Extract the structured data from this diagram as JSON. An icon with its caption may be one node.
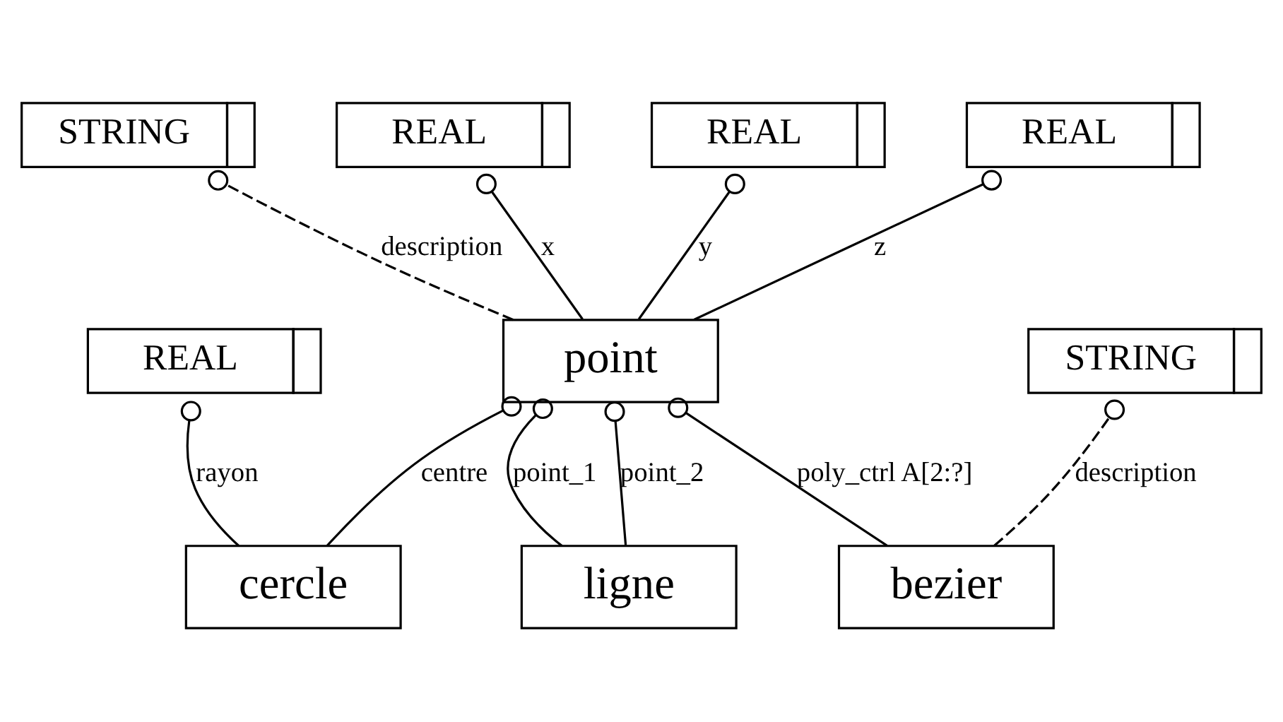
{
  "diagram": {
    "nodes": [
      {
        "text": [
          "STRING"
        ]
      },
      {
        "text": [
          "REAL"
        ]
      },
      {
        "text": [
          "REAL"
        ]
      },
      {
        "text": [
          "REAL"
        ]
      },
      {
        "text": [
          "point"
        ]
      },
      {
        "text": [
          "cercle"
        ]
      },
      {
        "text": [
          "ligne"
        ]
      },
      {
        "text": [
          "bezier"
        ]
      },
      {
        "text": [
          "REAL"
        ]
      },
      {
        "text": [
          "STRING"
        ]
      }
    ],
    "edges": [
      {
        "from": 4,
        "to": 0,
        "arrow": "other",
        "label": "description",
        "style": "dashed"
      },
      {
        "from": 4,
        "to": 1,
        "arrow": "other",
        "label": "x"
      },
      {
        "from": 4,
        "to": 2,
        "arrow": "other",
        "label": "y"
      },
      {
        "from": 4,
        "to": 3,
        "arrow": "other",
        "label": "z"
      },
      {
        "from": 5,
        "to": 4,
        "arrow": "other",
        "label": "centre"
      },
      {
        "from": 7,
        "to": 4,
        "arrow": "other",
        "label": "poly_ctrl A[2:?]"
      },
      {
        "from": 6,
        "to": 4,
        "arrow": "other",
        "label": "point_1"
      },
      {
        "from": 6,
        "to": 4,
        "arrow": "other",
        "label": "point_2"
      },
      {
        "from": 5,
        "to": 8,
        "arrow": "other",
        "label": "rayon"
      },
      {
        "from": 7,
        "to": 9,
        "arrow": "other",
        "label": "description",
        "style": "dashed"
      }
    ]
  }
}
